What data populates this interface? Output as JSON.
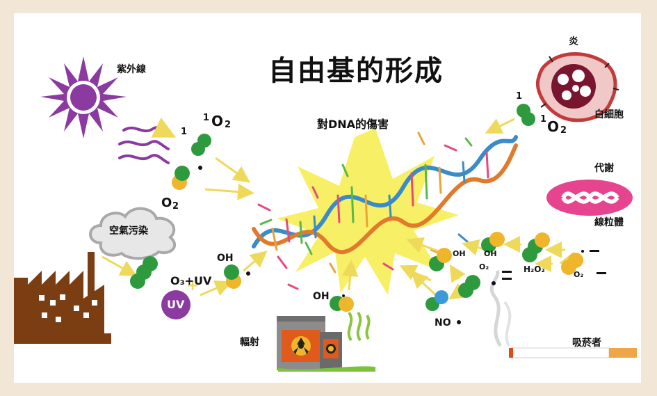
{
  "title": "自由基的形成",
  "center_label": "對DNA的傷害",
  "sources": {
    "uv": "紫外線",
    "pollution": "空氣污染",
    "radiation": "輻射",
    "smoking": "吸菸者",
    "inflammation": "炎",
    "white_cell": "白細胞",
    "metabolism": "代謝",
    "mitochondria": "線粒體"
  },
  "chemistry": {
    "singlet_sup_left": "1",
    "singlet_o2_left": "O",
    "singlet_o2_left_sub": "2",
    "singlet_one_left": "1",
    "o2": "O",
    "o2_sub": "2",
    "o3uv": "O₃+UV",
    "uv_ball": "UV",
    "oh_left": "OH",
    "oh_bottom": "OH",
    "singlet_one_right": "1",
    "singlet_sup_right": "1",
    "singlet_o2_right": "O",
    "singlet_o2_right_sub": "2",
    "oh_r1": "OH",
    "oh_r2": "OH",
    "o2_radical": "O₂",
    "h2o2": "H₂O₂",
    "o2_radical2": "O₂",
    "no": "NO"
  },
  "colors": {
    "background": "#f2e6d6",
    "panel": "#ffffff",
    "sun": "#8b3aa0",
    "molecule_green": "#2e9a3e",
    "molecule_yellow": "#f0b62b",
    "arrow": "#f0d95c",
    "burst": "#f7f066",
    "factory": "#7a3e12"
  }
}
